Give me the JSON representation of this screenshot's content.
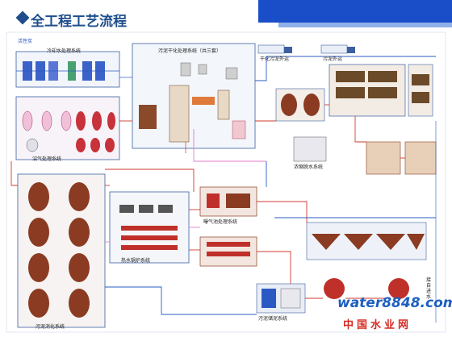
{
  "header": {
    "title": "全工程工艺流程",
    "accent_color": "#1a4ec9",
    "text_color": "#1f4e8c"
  },
  "labels": {
    "top_left_note": "活性炭",
    "cooling": "冷却水处理系统",
    "sludge_dry": "污泥干化处理系统（共三套）",
    "outside": "干化污泥外运",
    "biogas": "沼气处理系统",
    "digestion": "污泥消化系统",
    "boiler": "热水锅炉系统",
    "aeration": "曝气池处理系统",
    "dewater": "浓缩脱水系统",
    "return_water": "污泥外运",
    "sludge_pump": "污泥储泥系统",
    "bottom_right": "接自进水",
    "watermark_brand": "water8848.com",
    "watermark_cn": "中国水业网"
  },
  "colors": {
    "pipe_red": "#d23a2e",
    "pipe_blue": "#2a59c4",
    "pipe_pink": "#e07fd0",
    "tank_brown": "#8a3b22",
    "frame": "#3b5fa0"
  }
}
